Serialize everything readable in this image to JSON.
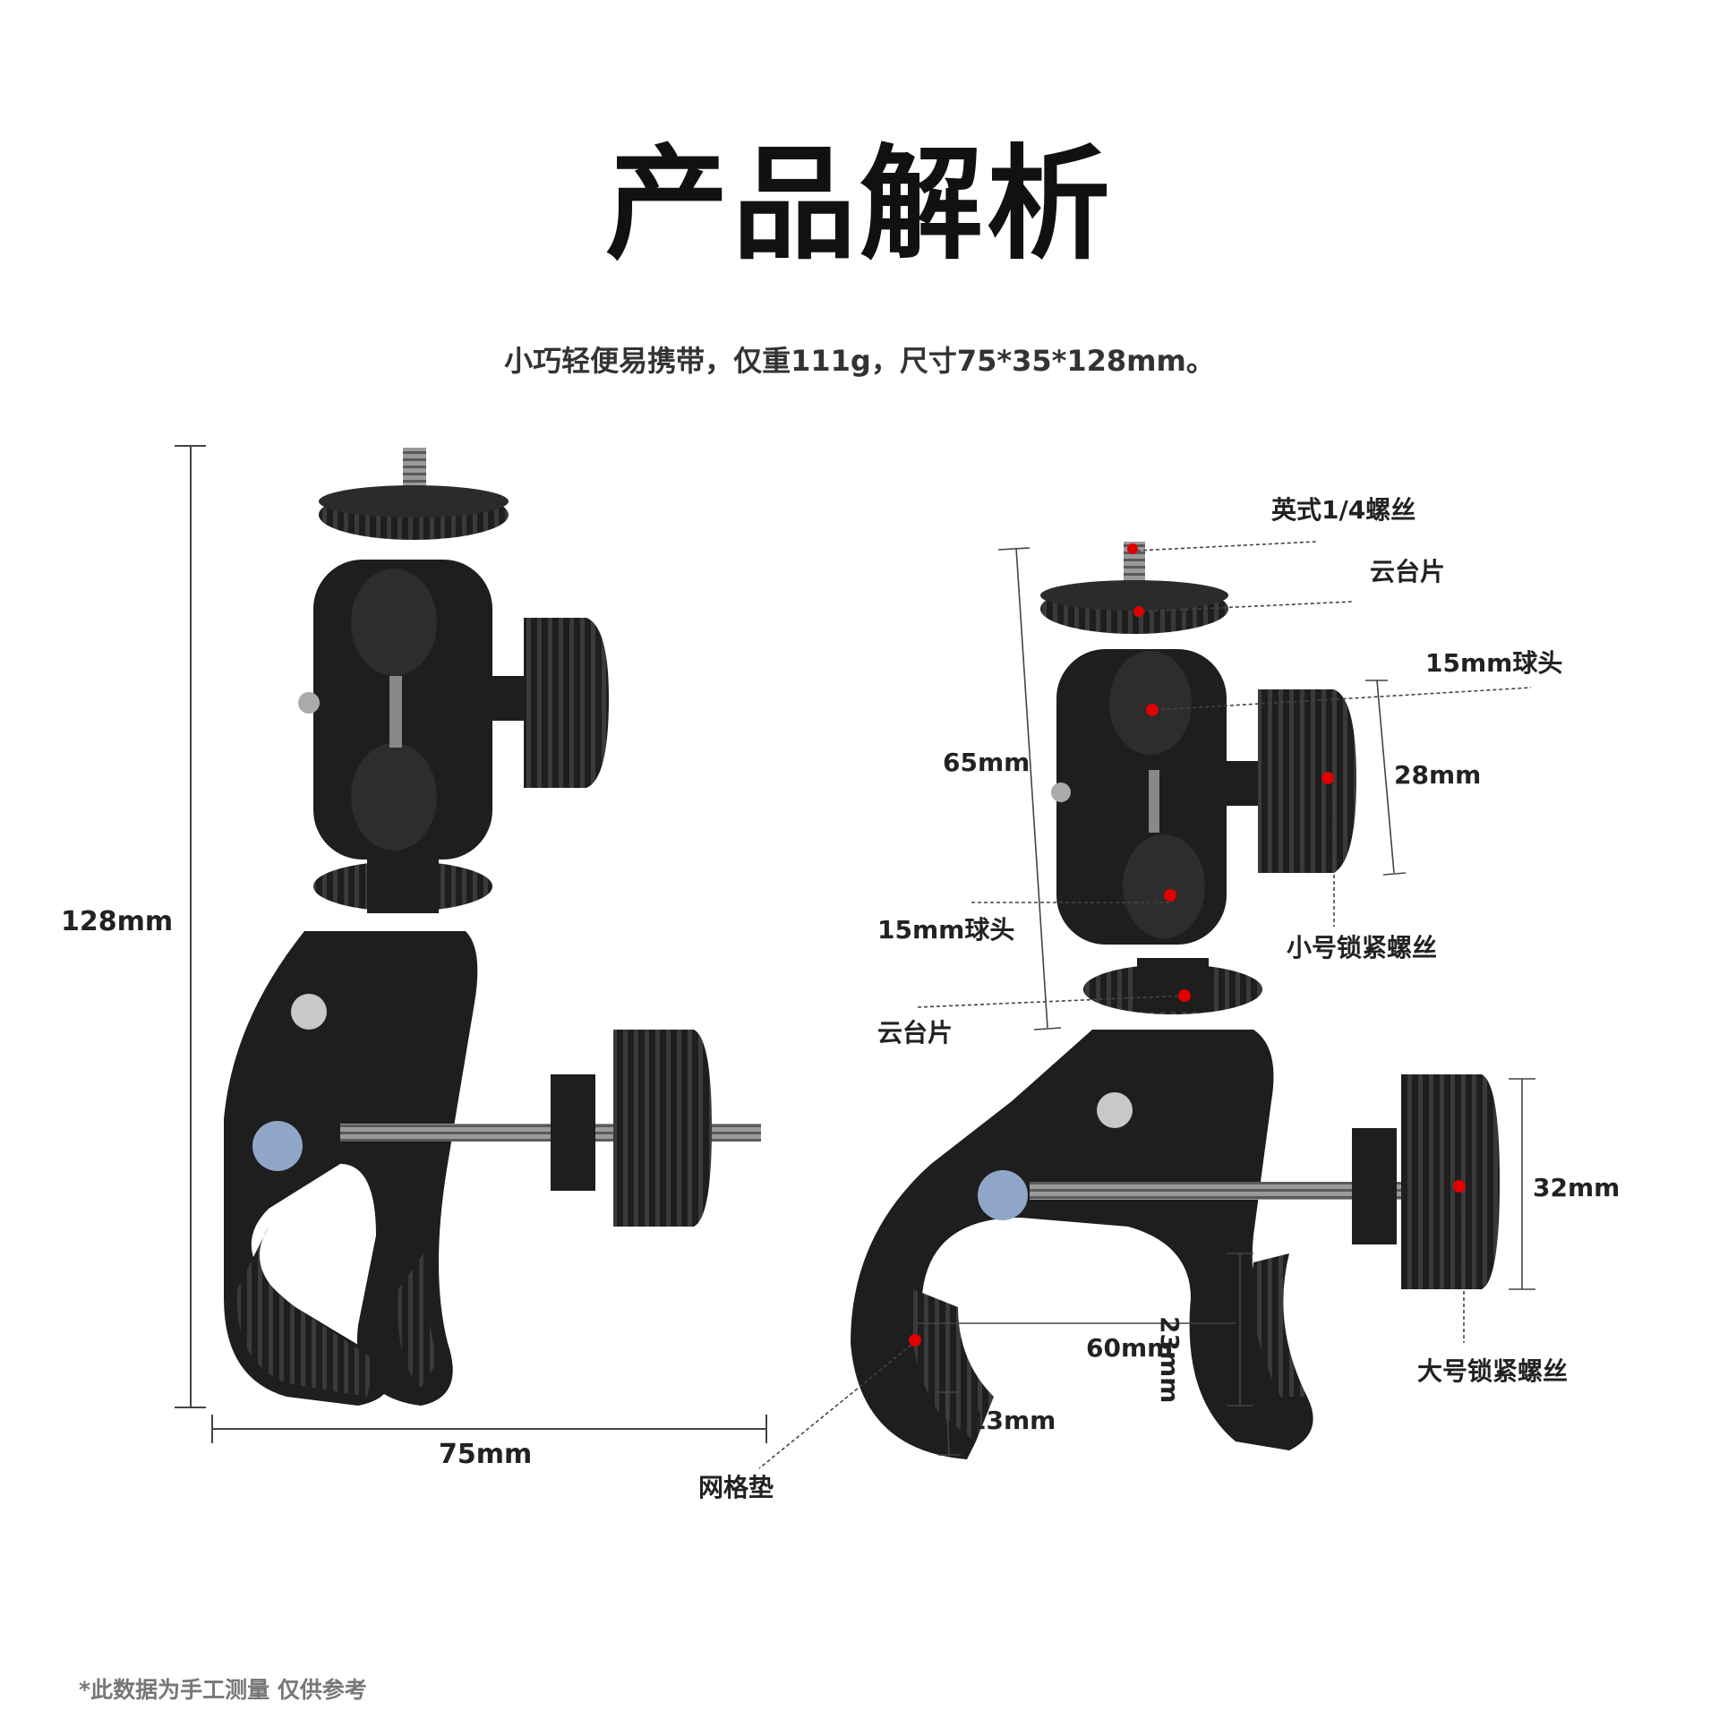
{
  "title": "产品解析",
  "subtitle": "小巧轻便易携带，仅重111g，尺寸75*35*128mm。",
  "left_view": {
    "height_label": "128mm",
    "width_label": "75mm"
  },
  "right_view": {
    "callouts": {
      "thread": "英式1/4螺丝",
      "top_plate": "云台片",
      "top_ball": "15mm球头",
      "knob_size": "28mm",
      "head_height": "65mm",
      "bottom_ball": "15mm球头",
      "small_screw": "小号锁紧螺丝",
      "bottom_plate": "云台片",
      "large_knob_size": "32mm",
      "jaw_width": "60mm",
      "jaw_depth": "23mm",
      "large_screw": "大号锁紧螺丝",
      "jaw_thickness": "13mm",
      "pad": "网格垫"
    }
  },
  "footnote": "*此数据为手工测量 仅供参考",
  "colors": {
    "marker": "#e00000",
    "product": "#1e1e1e",
    "line": "#444444"
  }
}
